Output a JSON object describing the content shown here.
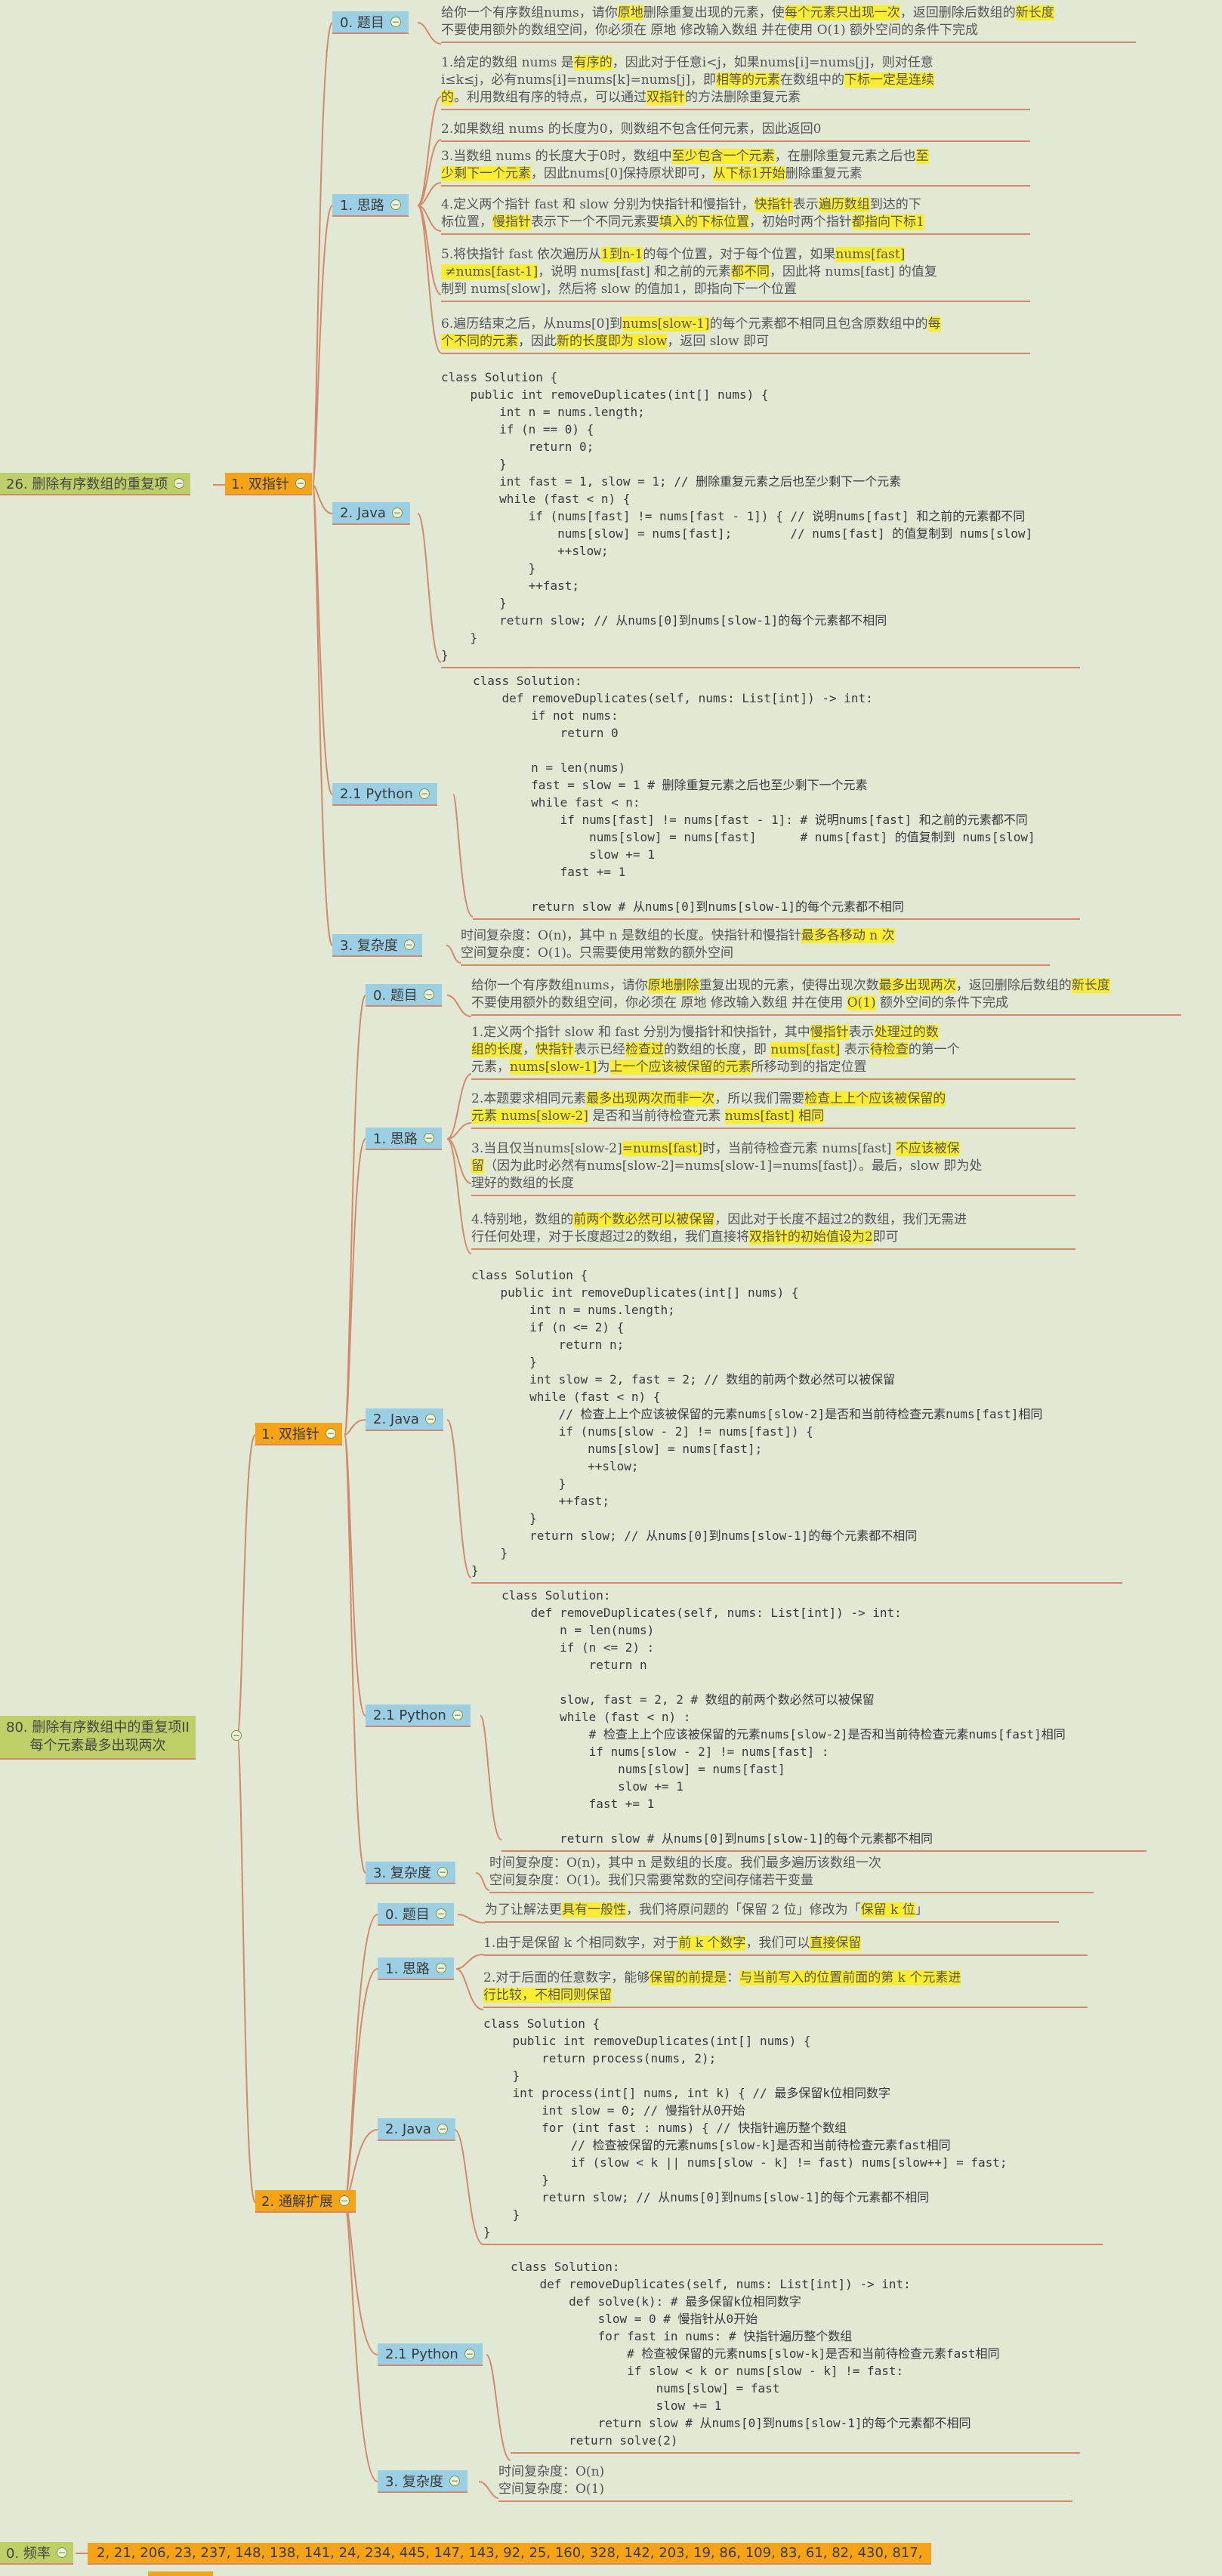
{
  "colors": {
    "background": "#e1e8d4",
    "root": "#bfcf68",
    "method": "#f6a416",
    "section": "#9bd0e4",
    "connector": "#d5896c",
    "highlight": "#ffee30"
  },
  "nodes": {
    "p26": {
      "title": "26. 删除有序数组的重复项"
    },
    "p80": {
      "title_lines": [
        "80. 删除有序数组中的重复项II",
        "每个元素最多出现两次"
      ]
    },
    "freq": {
      "title": "0. 频率",
      "values": "2, 21, 206, 23, 237, 148, 138, 141, 24, 234, 445, 147, 143, 92, 25, 160, 328, 142, 203, 19, 86, 109, 83, 61, 82, 430, 817,"
    },
    "m1": {
      "title": "1. 双指针"
    },
    "m2": {
      "title": "1. 双指针"
    },
    "m3": {
      "title": "2. 通解扩展"
    },
    "s_t1": {
      "title": "0. 题目"
    },
    "s_s1": {
      "title": "1. 思路"
    },
    "s_j1": {
      "title": "2. Java"
    },
    "s_p1": {
      "title": "2.1 Python"
    },
    "s_c1": {
      "title": "3. 复杂度"
    },
    "s_t2": {
      "title": "0. 题目"
    },
    "s_s2": {
      "title": "1. 思路"
    },
    "s_j2": {
      "title": "2. Java"
    },
    "s_p2": {
      "title": "2.1 Python"
    },
    "s_c2": {
      "title": "3. 复杂度"
    },
    "s_t3": {
      "title": "0. 题目"
    },
    "s_s3": {
      "title": "1. 思路"
    },
    "s_j3": {
      "title": "2. Java"
    },
    "s_p3": {
      "title": "2.1 Python"
    },
    "s_c3": {
      "title": "3. 复杂度"
    }
  },
  "texts": {
    "t1": [
      [
        [
          "给你一个有序数组nums，请你",
          0
        ],
        [
          "原地",
          1
        ],
        [
          "删除重复出现的元素，使",
          0
        ],
        [
          "每个元素只出现一次",
          1
        ],
        [
          "，返回删除后数组的",
          0
        ],
        [
          "新长度",
          1
        ]
      ],
      [
        [
          "不要使用额外的数组空间，你必须在 原地 修改输入数组 并在使用 O(1) 额外空间的条件下完成",
          0
        ]
      ]
    ],
    "s1a": [
      [
        [
          "1.给定的数组 nums 是",
          0
        ],
        [
          "有序的",
          1
        ],
        [
          "，因此对于任意i<j，如果nums[i]=nums[j]，则对任意",
          0
        ]
      ],
      [
        [
          "i≤k≤j，必有nums[i]=nums[k]=nums[j]，即",
          0
        ],
        [
          "相等的元素",
          1
        ],
        [
          "在数组中的",
          0
        ],
        [
          "下标一定是连续",
          1
        ]
      ],
      [
        [
          "的",
          1
        ],
        [
          "。利用数组有序的特点，可以通过",
          0
        ],
        [
          "双指针",
          1
        ],
        [
          "的方法删除重复元素",
          0
        ]
      ]
    ],
    "s1b": [
      [
        [
          "2.如果数组 nums 的长度为0，则数组不包含任何元素，因此返回0",
          0
        ]
      ]
    ],
    "s1c": [
      [
        [
          "3.当数组 nums 的长度大于0时，数组中",
          0
        ],
        [
          "至少包含一个元素",
          1
        ],
        [
          "，在删除重复元素之后也",
          0
        ],
        [
          "至",
          1
        ]
      ],
      [
        [
          "少剩下一个元素",
          1
        ],
        [
          "，因此nums[0]保持原状即可，",
          0
        ],
        [
          "从下标1开始",
          1
        ],
        [
          "删除重复元素",
          0
        ]
      ]
    ],
    "s1d": [
      [
        [
          "4.定义两个指针 fast 和 slow 分别为快指针和慢指针，",
          0
        ],
        [
          "快指针",
          1
        ],
        [
          "表示",
          0
        ],
        [
          "遍历数组",
          1
        ],
        [
          "到达的下",
          0
        ]
      ],
      [
        [
          "标位置，",
          0
        ],
        [
          "慢指针",
          1
        ],
        [
          "表示下一个不同元素要",
          0
        ],
        [
          "填入的下标位置",
          1
        ],
        [
          "，初始时两个指针",
          0
        ],
        [
          "都指向下标1",
          1
        ]
      ]
    ],
    "s1e": [
      [
        [
          "5.将快指针 fast 依次遍历从",
          0
        ],
        [
          "1到n-1",
          1
        ],
        [
          "的每个位置，对于每个位置，如果",
          0
        ],
        [
          "nums[fast]",
          1
        ]
      ],
      [
        [
          " ≠nums[fast-1]",
          1
        ],
        [
          "，说明 nums[fast] 和之前的元素",
          0
        ],
        [
          "都不同",
          1
        ],
        [
          "，因此将 nums[fast] 的值复",
          0
        ]
      ],
      [
        [
          "制到 nums[slow]，然后将 slow 的值加1，即指向下一个位置",
          0
        ]
      ]
    ],
    "s1f": [
      [
        [
          "6.遍历结束之后，从nums[0]到",
          0
        ],
        [
          "nums[slow-1]",
          1
        ],
        [
          "的每个元素都不相同且包含原数组中的",
          0
        ],
        [
          "每",
          1
        ]
      ],
      [
        [
          "个不同的元素",
          1
        ],
        [
          "，因此",
          0
        ],
        [
          "新的长度即为 slow",
          1
        ],
        [
          "，返回 slow 即可",
          0
        ]
      ]
    ],
    "c1": [
      [
        [
          "时间复杂度：O(n)，其中 n 是数组的长度。快指针和慢指针",
          0
        ],
        [
          "最多各移动 n 次",
          1
        ]
      ],
      [
        [
          "空间复杂度：O(1)。只需要使用常数的额外空间",
          0
        ]
      ]
    ],
    "t2": [
      [
        [
          "给你一个有序数组nums，请你",
          0
        ],
        [
          "原地删除",
          1
        ],
        [
          "重复出现的元素，使得出现次数",
          0
        ],
        [
          "最多出现两次",
          1
        ],
        [
          "，返回删除后数组的",
          0
        ],
        [
          "新长度",
          1
        ]
      ],
      [
        [
          "不要使用额外的数组空间，你必须在 原地 修改输入数组 并在使用 ",
          0
        ],
        [
          "O(1)",
          1
        ],
        [
          " 额外空间的条件下完成",
          0
        ]
      ]
    ],
    "s2a": [
      [
        [
          "1.定义两个指针 slow 和 fast 分别为慢指针和快指针，其中",
          0
        ],
        [
          "慢指针",
          1
        ],
        [
          "表示",
          0
        ],
        [
          "处理过的数",
          1
        ]
      ],
      [
        [
          "组的长度",
          1
        ],
        [
          "，",
          0
        ],
        [
          "快指针",
          1
        ],
        [
          "表示已经",
          0
        ],
        [
          "检查过",
          1
        ],
        [
          "的数组的长度，即 ",
          0
        ],
        [
          "nums[fast]",
          1
        ],
        [
          " 表示",
          0
        ],
        [
          "待检查",
          1
        ],
        [
          "的第一个",
          0
        ]
      ],
      [
        [
          "元素，",
          0
        ],
        [
          "nums[slow-1]",
          1
        ],
        [
          "为",
          0
        ],
        [
          "上一个应该被保留的元素",
          1
        ],
        [
          "所移动到的指定位置",
          0
        ]
      ]
    ],
    "s2b": [
      [
        [
          "2.本题要求相同元素",
          0
        ],
        [
          "最多出现两次而非一次",
          1
        ],
        [
          "，所以我们需要",
          0
        ],
        [
          "检查上上个应该被保留的",
          1
        ]
      ],
      [
        [
          "元素 nums[slow-2]",
          1
        ],
        [
          " 是否和当前待检查元素 ",
          0
        ],
        [
          "nums[fast] 相同",
          1
        ]
      ]
    ],
    "s2c": [
      [
        [
          "3.当且仅当nums[slow-2]",
          0
        ],
        [
          "=nums[fast]",
          1
        ],
        [
          "时，当前待检查元素 nums[fast] ",
          0
        ],
        [
          "不应该被保",
          1
        ]
      ],
      [
        [
          "留",
          1
        ],
        [
          "（因为此时必然有nums[slow-2]=nums[slow-1]=nums[fast]）。最后，slow 即为处",
          0
        ]
      ],
      [
        [
          "理好的数组的长度",
          0
        ]
      ]
    ],
    "s2d": [
      [
        [
          "4.特别地，数组的",
          0
        ],
        [
          "前两个数必然可以被保留",
          1
        ],
        [
          "，因此对于长度不超过2的数组，我们无需进",
          0
        ]
      ],
      [
        [
          "行任何处理，对于长度超过2的数组，我们直接将",
          0
        ],
        [
          "双指针的初始值设为2",
          1
        ],
        [
          "即可",
          0
        ]
      ]
    ],
    "c2": [
      [
        [
          "时间复杂度：O(n)，其中 n 是数组的长度。我们最多遍历该数组一次",
          0
        ]
      ],
      [
        [
          "空间复杂度：O(1)。我们只需要常数的空间存储若干变量",
          0
        ]
      ]
    ],
    "t3": [
      [
        [
          "为了让解法更",
          0
        ],
        [
          "具有一般性",
          1
        ],
        [
          "，我们将原问题的「保留 2 位」修改为「",
          0
        ],
        [
          "保留 k 位",
          1
        ],
        [
          "」",
          0
        ]
      ]
    ],
    "s3a": [
      [
        [
          "1.由于是保留 k 个相同数字，对于",
          0
        ],
        [
          "前 k 个数字",
          1
        ],
        [
          "，我们可以",
          0
        ],
        [
          "直接保留",
          1
        ]
      ]
    ],
    "s3b": [
      [
        [
          "2.对于后面的任意数字，能够",
          0
        ],
        [
          "保留的前提是",
          1
        ],
        [
          "：",
          0
        ],
        [
          "与当前写入的位置前面的第 k 个元素进",
          1
        ]
      ],
      [
        [
          "行比较，不相同则保留",
          1
        ]
      ]
    ],
    "c3": [
      [
        [
          "时间复杂度：O(n)",
          0
        ]
      ],
      [
        [
          "空间复杂度：O(1)",
          0
        ]
      ]
    ]
  },
  "code": {
    "j1": [
      "class Solution {",
      "    public int removeDuplicates(int[] nums) {",
      "        int n = nums.length;",
      "        if (n == 0) {",
      "            return 0;",
      "        }",
      "        int fast = 1, slow = 1; // 删除重复元素之后也至少剩下一个元素",
      "        while (fast < n) {",
      "            if (nums[fast] != nums[fast - 1]) { // 说明nums[fast] 和之前的元素都不同",
      "                nums[slow] = nums[fast];        // nums[fast] 的值复制到 nums[slow]",
      "                ++slow;",
      "            }",
      "            ++fast;",
      "        }",
      "        return slow; // 从nums[0]到nums[slow-1]的每个元素都不相同",
      "    }",
      "}"
    ],
    "p1": [
      "class Solution:",
      "    def removeDuplicates(self, nums: List[int]) -> int:",
      "        if not nums:",
      "            return 0",
      "",
      "        n = len(nums)",
      "        fast = slow = 1 # 删除重复元素之后也至少剩下一个元素",
      "        while fast < n:",
      "            if nums[fast] != nums[fast - 1]: # 说明nums[fast] 和之前的元素都不同",
      "                nums[slow] = nums[fast]      # nums[fast] 的值复制到 nums[slow]",
      "                slow += 1",
      "            fast += 1",
      "",
      "        return slow # 从nums[0]到nums[slow-1]的每个元素都不相同"
    ],
    "j2": [
      "class Solution {",
      "    public int removeDuplicates(int[] nums) {",
      "        int n = nums.length;",
      "        if (n <= 2) {",
      "            return n;",
      "        }",
      "        int slow = 2, fast = 2; // 数组的前两个数必然可以被保留",
      "        while (fast < n) {",
      "            // 检查上上个应该被保留的元素nums[slow-2]是否和当前待检查元素nums[fast]相同",
      "            if (nums[slow - 2] != nums[fast]) {",
      "                nums[slow] = nums[fast];",
      "                ++slow;",
      "            }",
      "            ++fast;",
      "        }",
      "        return slow; // 从nums[0]到nums[slow-1]的每个元素都不相同",
      "    }",
      "}"
    ],
    "p2": [
      "class Solution:",
      "    def removeDuplicates(self, nums: List[int]) -> int:",
      "        n = len(nums)",
      "        if (n <= 2) :",
      "            return n",
      "",
      "        slow, fast = 2, 2 # 数组的前两个数必然可以被保留",
      "        while (fast < n) :",
      "            # 检查上上个应该被保留的元素nums[slow-2]是否和当前待检查元素nums[fast]相同",
      "            if nums[slow - 2] != nums[fast] :",
      "                nums[slow] = nums[fast]",
      "                slow += 1",
      "            fast += 1",
      "",
      "        return slow # 从nums[0]到nums[slow-1]的每个元素都不相同"
    ],
    "j3": [
      "class Solution {",
      "    public int removeDuplicates(int[] nums) {",
      "        return process(nums, 2);",
      "    }",
      "    int process(int[] nums, int k) { // 最多保留k位相同数字",
      "        int slow = 0; // 慢指针从0开始",
      "        for (int fast : nums) { // 快指针遍历整个数组",
      "            // 检查被保留的元素nums[slow-k]是否和当前待检查元素fast相同",
      "            if (slow < k || nums[slow - k] != fast) nums[slow++] = fast;",
      "        }",
      "        return slow; // 从nums[0]到nums[slow-1]的每个元素都不相同",
      "    }",
      "}"
    ],
    "p3": [
      "class Solution:",
      "    def removeDuplicates(self, nums: List[int]) -> int:",
      "        def solve(k): # 最多保留k位相同数字",
      "            slow = 0 # 慢指针从0开始",
      "            for fast in nums: # 快指针遍历整个数组",
      "                # 检查被保留的元素nums[slow-k]是否和当前待检查元素fast相同",
      "                if slow < k or nums[slow - k] != fast:",
      "                    nums[slow] = fast",
      "                    slow += 1",
      "            return slow # 从nums[0]到nums[slow-1]的每个元素都不相同",
      "        return solve(2)"
    ]
  }
}
